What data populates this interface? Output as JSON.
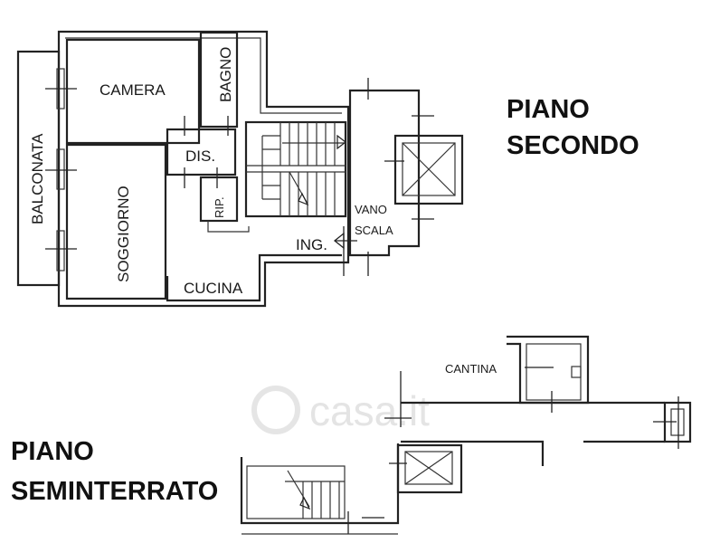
{
  "floors": {
    "upper": {
      "title_line1": "PIANO",
      "title_line2": "SECONDO",
      "rooms": {
        "camera": "CAMERA",
        "bagno": "BAGNO",
        "balconata": "BALCONATA",
        "dis": "DIS.",
        "rip": "RIP.",
        "soggiorno": "SOGGIORNO",
        "cucina": "CUCINA",
        "ing": "ING.",
        "vano_line1": "VANO",
        "vano_line2": "SCALA"
      }
    },
    "lower": {
      "title_line1": "PIANO",
      "title_line2": "SEMINTERRATO",
      "rooms": {
        "cantina": "CANTINA"
      }
    }
  },
  "watermark": "casa.it"
}
